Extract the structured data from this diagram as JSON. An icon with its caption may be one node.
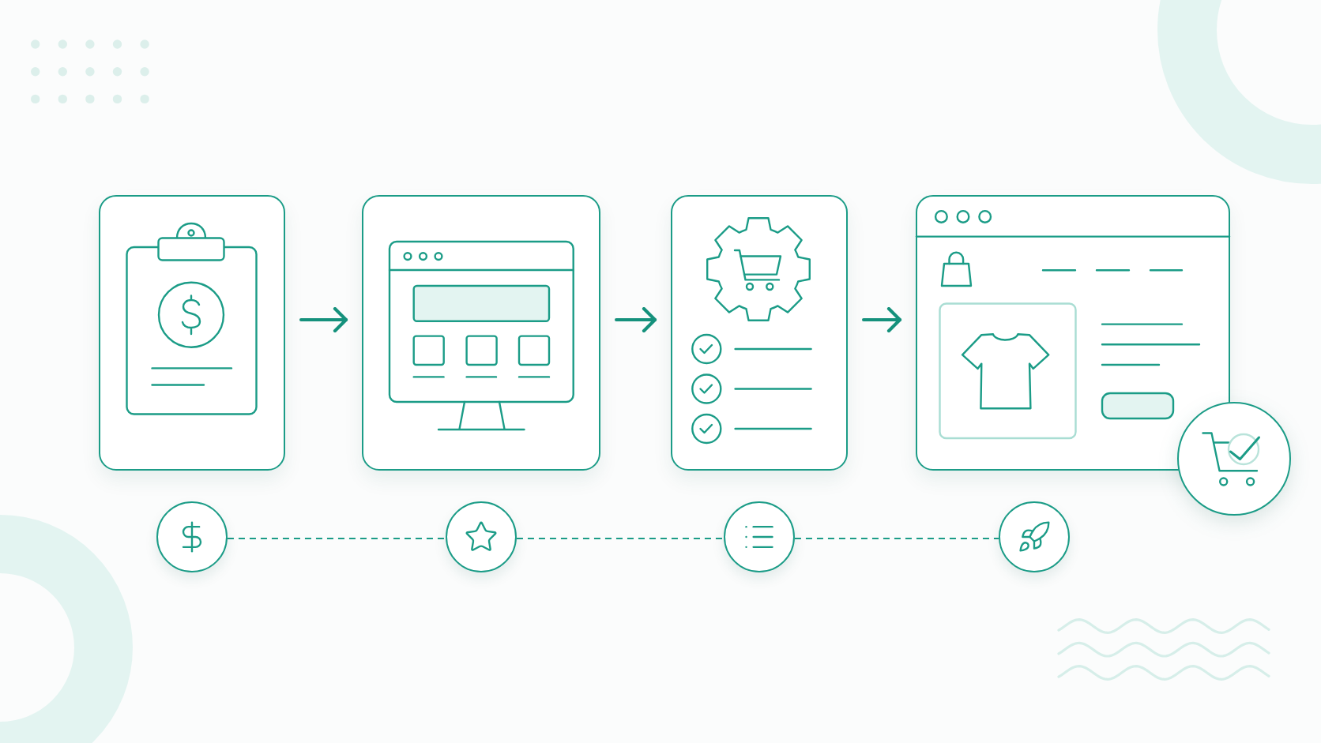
{
  "diagram": {
    "nodes": [
      {
        "text": [],
        "shape": "picture"
      },
      {
        "text": [],
        "shape": "picture"
      },
      {
        "text": [],
        "shape": "picture"
      },
      {
        "text": [],
        "shape": "picture"
      },
      {
        "text": [],
        "shape": "circle"
      },
      {
        "text": [],
        "shape": "circle"
      },
      {
        "text": [],
        "shape": "circle"
      },
      {
        "text": [],
        "shape": "circle"
      }
    ],
    "edges": [
      {
        "from": 0,
        "to": 1,
        "arrow": "to"
      },
      {
        "from": 1,
        "to": 2,
        "arrow": "to"
      },
      {
        "from": 2,
        "to": 3,
        "arrow": "to"
      },
      {
        "from": 4,
        "to": 5,
        "arrow": "none",
        "style": "dashed"
      },
      {
        "from": 5,
        "to": 6,
        "arrow": "none",
        "style": "dashed"
      },
      {
        "from": 6,
        "to": 7,
        "arrow": "none",
        "style": "dashed"
      }
    ]
  }
}
